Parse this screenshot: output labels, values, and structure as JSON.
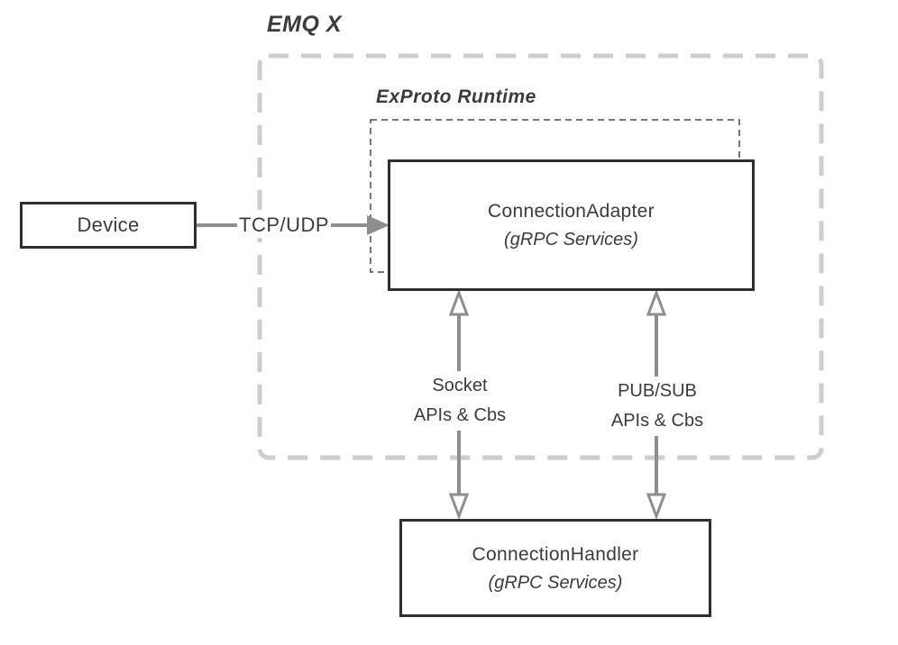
{
  "diagram": {
    "container_title": "EMQ X",
    "runtime_group_title": "ExProto Runtime",
    "nodes": {
      "device": {
        "label": "Device"
      },
      "connection_adapter": {
        "label": "ConnectionAdapter",
        "sublabel": "(gRPC Services)"
      },
      "connection_handler": {
        "label": "ConnectionHandler",
        "sublabel": "(gRPC Services)"
      }
    },
    "edges": {
      "tcp_udp": {
        "label": "TCP/UDP",
        "from": "Device",
        "to": "ConnectionAdapter",
        "direction": "right"
      },
      "socket": {
        "line1": "Socket",
        "line2": "APIs & Cbs",
        "from": "ConnectionAdapter",
        "to": "ConnectionHandler",
        "direction": "both"
      },
      "pubsub": {
        "line1": "PUB/SUB",
        "line2": "APIs & Cbs",
        "from": "ConnectionAdapter",
        "to": "ConnectionHandler",
        "direction": "both"
      }
    }
  },
  "colors": {
    "box_border": "#2f2f2f",
    "text": "#3b3b3b",
    "arrow": "#8e8e8e",
    "container_dash": "#cdcdcd",
    "runtime_dash": "#4a4a4a",
    "background": "#ffffff"
  }
}
